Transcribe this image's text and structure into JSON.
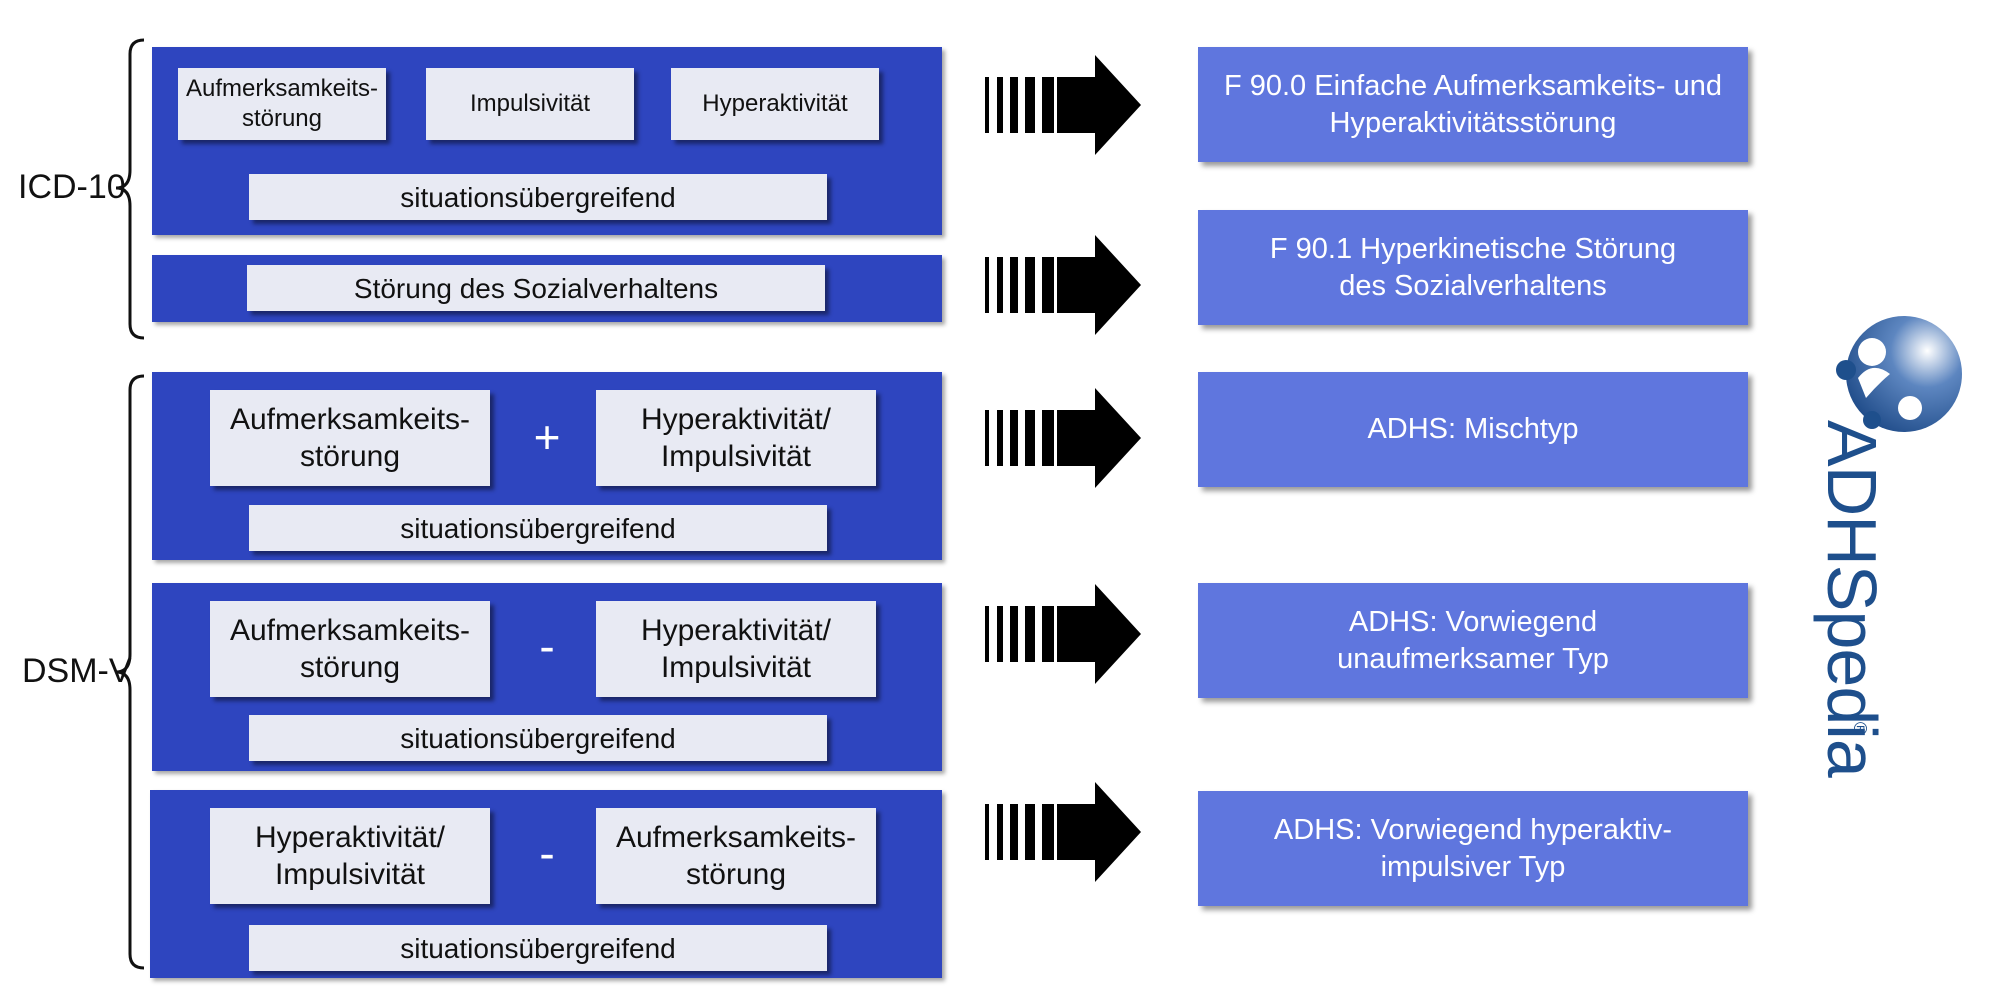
{
  "groups": {
    "icd": {
      "label": "ICD-10"
    },
    "dsm": {
      "label": "DSM-V"
    }
  },
  "icd_panel1": {
    "cells": [
      "Aufmerksamkeits-\nstörung",
      "Impulsivität",
      "Hyperaktivität"
    ],
    "footer": "situationsübergreifend"
  },
  "icd_panel2": {
    "cell": "Störung des Sozialverhaltens"
  },
  "dsm_panel1": {
    "left": "Aufmerksamkeits-\nstörung",
    "op": "+",
    "right": "Hyperaktivität/\nImpulsivität",
    "footer": "situationsübergreifend"
  },
  "dsm_panel2": {
    "left": "Aufmerksamkeits-\nstörung",
    "op": "-",
    "right": "Hyperaktivität/\nImpulsivität",
    "footer": "situationsübergreifend"
  },
  "dsm_panel3": {
    "left": "Hyperaktivität/\nImpulsivität",
    "op": "-",
    "right": "Aufmerksamkeits-\nstörung",
    "footer": "situationsübergreifend"
  },
  "outcomes": [
    "F 90.0 Einfache Aufmerksamkeits- und\nHyperaktivitätsstörung",
    "F 90.1 Hyperkinetische Störung\ndes Sozialverhaltens",
    "ADHS: Mischtyp",
    "ADHS: Vorwiegend\nunaufmerksamer Typ",
    "ADHS: Vorwiegend hyperaktiv-\nimpulsiver Typ"
  ],
  "logo": {
    "text": "ADHSpedia",
    "reg": "®"
  },
  "colors": {
    "panel": "#2e45bf",
    "cell": "#e8eaf3",
    "outcome": "#5f76de",
    "logo": "#1e4f8c"
  }
}
